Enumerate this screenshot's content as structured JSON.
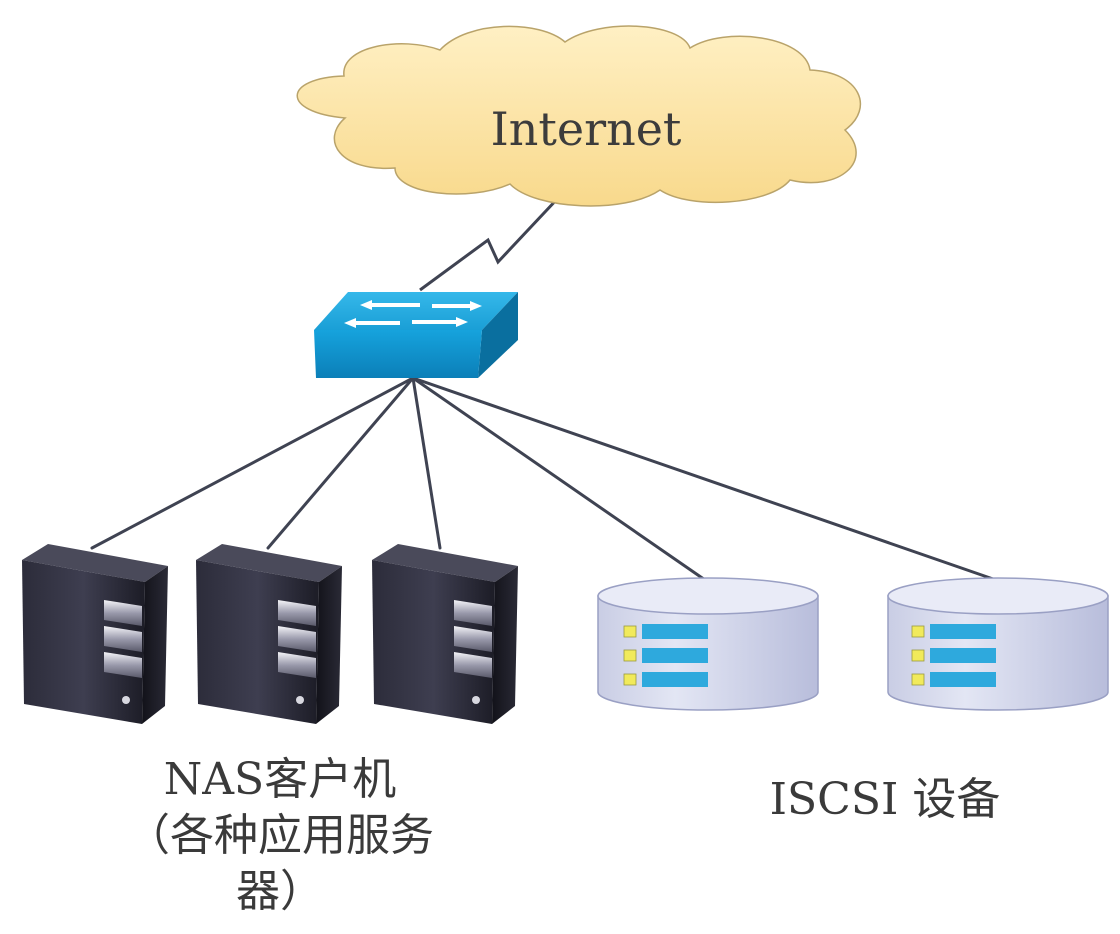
{
  "cloud": {
    "label": "Internet"
  },
  "nodes": {
    "switch": {
      "icon": "network-switch-icon"
    },
    "nas_clients": {
      "icon": "tower-server-icon",
      "count": 3,
      "label_line1": "NAS客户机",
      "label_line2": "（各种应用服务",
      "label_line3": "器）"
    },
    "iscsi_devices": {
      "icon": "disk-storage-icon",
      "count": 2,
      "label": "ISCSI 设备"
    }
  },
  "colors": {
    "cloud_fill": "#fbe3a2",
    "cloud_stroke": "#b9a36a",
    "switch_blue": "#0e8fc8",
    "link_line": "#3f4352",
    "server_body": "#1f1f2a",
    "disk_body": "#d7dbee",
    "disk_bar": "#2ea9dd",
    "disk_led": "#f1ea5b"
  }
}
